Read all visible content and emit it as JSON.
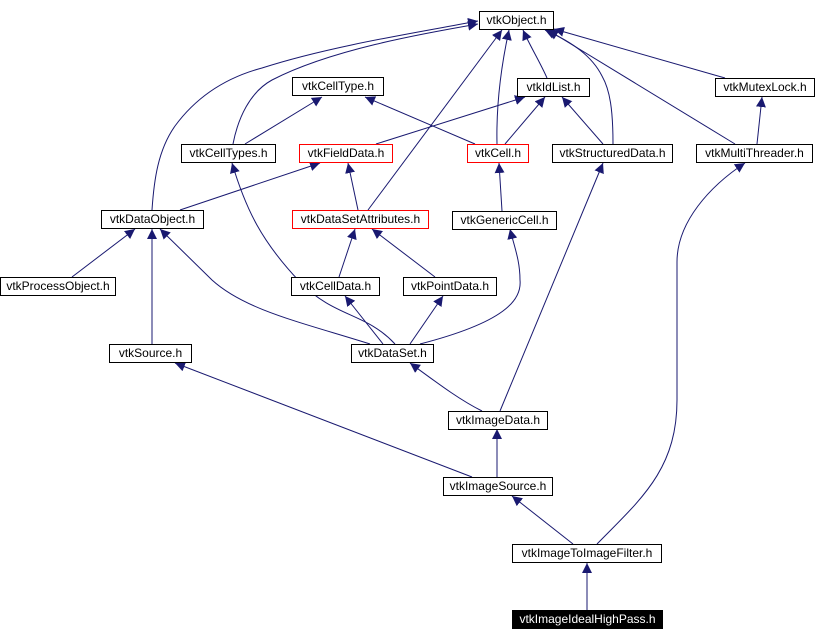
{
  "title": "vtkImageIdealHighPass.h include dependency graph",
  "colors": {
    "edge": "#191970",
    "node_border": "#000000",
    "node_border_missing": "#ff0000",
    "current_bg": "#000000"
  },
  "nodes": [
    {
      "id": "object",
      "label": "vtkObject.h",
      "style": "normal"
    },
    {
      "id": "celltype",
      "label": "vtkCellType.h",
      "style": "normal"
    },
    {
      "id": "idlist",
      "label": "vtkIdList.h",
      "style": "normal"
    },
    {
      "id": "mutexlock",
      "label": "vtkMutexLock.h",
      "style": "normal"
    },
    {
      "id": "celltypes",
      "label": "vtkCellTypes.h",
      "style": "normal"
    },
    {
      "id": "fielddata",
      "label": "vtkFieldData.h",
      "style": "red"
    },
    {
      "id": "cell",
      "label": "vtkCell.h",
      "style": "red"
    },
    {
      "id": "structureddata",
      "label": "vtkStructuredData.h",
      "style": "normal"
    },
    {
      "id": "multithreader",
      "label": "vtkMultiThreader.h",
      "style": "normal"
    },
    {
      "id": "dataobject",
      "label": "vtkDataObject.h",
      "style": "normal"
    },
    {
      "id": "datasetattributes",
      "label": "vtkDataSetAttributes.h",
      "style": "red"
    },
    {
      "id": "genericcell",
      "label": "vtkGenericCell.h",
      "style": "normal"
    },
    {
      "id": "processobject",
      "label": "vtkProcessObject.h",
      "style": "normal"
    },
    {
      "id": "celldata",
      "label": "vtkCellData.h",
      "style": "normal"
    },
    {
      "id": "pointdata",
      "label": "vtkPointData.h",
      "style": "normal"
    },
    {
      "id": "source",
      "label": "vtkSource.h",
      "style": "normal"
    },
    {
      "id": "dataset",
      "label": "vtkDataSet.h",
      "style": "normal"
    },
    {
      "id": "imagedata",
      "label": "vtkImageData.h",
      "style": "normal"
    },
    {
      "id": "imagesource",
      "label": "vtkImageSource.h",
      "style": "normal"
    },
    {
      "id": "imagetoimagefilter",
      "label": "vtkImageToImageFilter.h",
      "style": "normal"
    },
    {
      "id": "imageidealhighpass",
      "label": "vtkImageIdealHighPass.h",
      "style": "current"
    }
  ],
  "edges": [
    {
      "from": "celltypes",
      "to": "object"
    },
    {
      "from": "dataobject",
      "to": "object"
    },
    {
      "from": "datasetattributes",
      "to": "object"
    },
    {
      "from": "cell",
      "to": "object"
    },
    {
      "from": "idlist",
      "to": "object"
    },
    {
      "from": "structureddata",
      "to": "object"
    },
    {
      "from": "multithreader",
      "to": "object"
    },
    {
      "from": "mutexlock",
      "to": "object"
    },
    {
      "from": "celltypes",
      "to": "celltype"
    },
    {
      "from": "cell",
      "to": "celltype"
    },
    {
      "from": "fielddata",
      "to": "idlist"
    },
    {
      "from": "cell",
      "to": "idlist"
    },
    {
      "from": "structureddata",
      "to": "idlist"
    },
    {
      "from": "multithreader",
      "to": "mutexlock"
    },
    {
      "from": "dataobject",
      "to": "fielddata"
    },
    {
      "from": "datasetattributes",
      "to": "fielddata"
    },
    {
      "from": "genericcell",
      "to": "cell"
    },
    {
      "from": "processobject",
      "to": "dataobject"
    },
    {
      "from": "source",
      "to": "dataobject"
    },
    {
      "from": "dataset",
      "to": "dataobject"
    },
    {
      "from": "dataset",
      "to": "celltypes"
    },
    {
      "from": "celldata",
      "to": "datasetattributes"
    },
    {
      "from": "pointdata",
      "to": "datasetattributes"
    },
    {
      "from": "dataset",
      "to": "celldata"
    },
    {
      "from": "dataset",
      "to": "pointdata"
    },
    {
      "from": "dataset",
      "to": "genericcell"
    },
    {
      "from": "imagedata",
      "to": "dataset"
    },
    {
      "from": "imagedata",
      "to": "structureddata"
    },
    {
      "from": "imagesource",
      "to": "source"
    },
    {
      "from": "imagesource",
      "to": "imagedata"
    },
    {
      "from": "imagetoimagefilter",
      "to": "imagesource"
    },
    {
      "from": "imagetoimagefilter",
      "to": "multithreader"
    },
    {
      "from": "imageidealhighpass",
      "to": "imagetoimagefilter"
    }
  ]
}
